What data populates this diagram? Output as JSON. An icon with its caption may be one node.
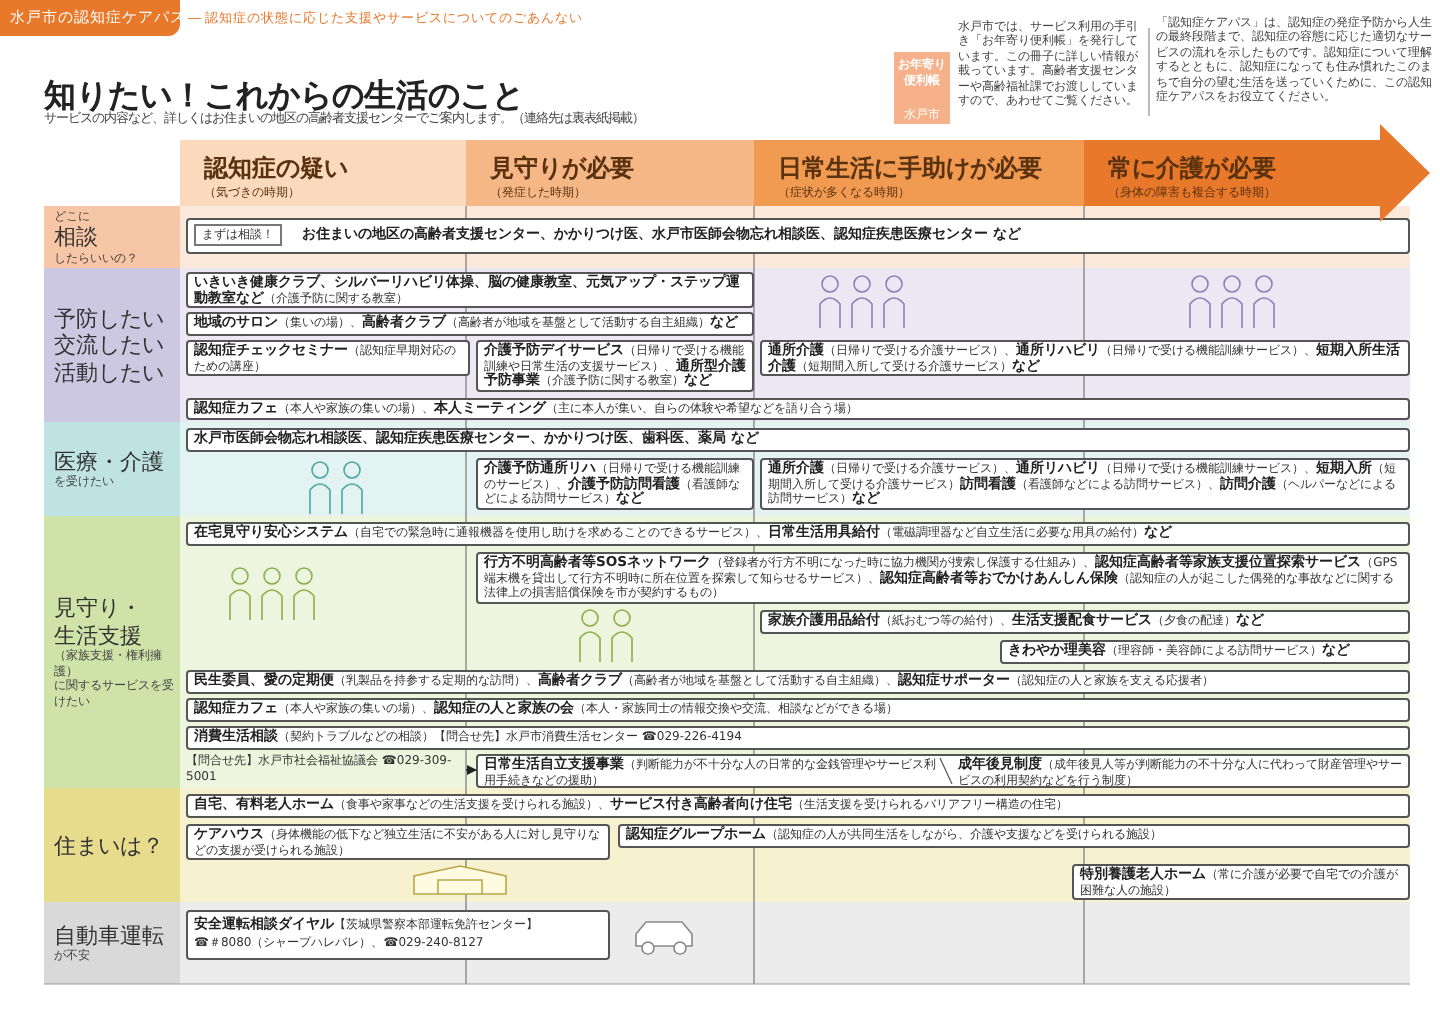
{
  "diagram": {
    "title": "知りたい！これからの生活のこと",
    "nodes": [
      {
        "text": [
          "認知症の疑い",
          "（気づきの時期）"
        ]
      },
      {
        "text": [
          "見守りが必要",
          "（発症した時期）"
        ]
      },
      {
        "text": [
          "日常生活に手助けが必要",
          "（症状が多くなる時期）"
        ]
      },
      {
        "text": [
          "常に介護が必要",
          "（身体の障害も複合する時期）"
        ]
      },
      {
        "text": [
          "どこに",
          "相談",
          "したらいいの？"
        ]
      },
      {
        "text": [
          "まずは相談！",
          "お住まいの地区の高齢者支援センター、かかりつけ医、水戸市医師会物忘れ相談医、認知症疾患医療センター など"
        ],
        "in": 4
      },
      {
        "text": [
          "予防したい",
          "交流したい",
          "活動したい"
        ]
      },
      {
        "text": [
          "**いきいき健康クラブ、シルバーリハビリ体操、脳の健康教室、元気アップ・ステップ運動教室など**（介護予防に関する教室）"
        ],
        "in": 6
      },
      {
        "text": [
          "**地域のサロン**（集いの場）、**高齢者クラブ**（高齢者が地域を基盤として活動する自主組織）**など**"
        ],
        "in": 6
      },
      {
        "text": [
          "**認知症チェックセミナー**（認知症早期対応のための講座）"
        ],
        "in": 6
      },
      {
        "text": [
          "**介護予防デイサービス**（日帰りで受ける機能訓練や日常生活の支援サービス）、**通所型介護予防事業**（介護予防に関する教室）**など**"
        ],
        "in": 6
      },
      {
        "text": [
          "**通所介護**（日帰りで受ける介護サービス）、**通所リハビリ**（日帰りで受ける機能訓練サービス）、**短期入所生活介護**（短期間入所して受ける介護サービス）**など**"
        ],
        "in": 6
      },
      {
        "text": [
          "**認知症カフェ**（本人や家族の集いの場）、**本人ミーティング**（主に本人が集い、自らの体験や希望などを語り合う場）"
        ],
        "in": 6
      },
      {
        "text": [
          "医療・介護",
          "を受けたい"
        ]
      },
      {
        "text": [
          "水戸市医師会物忘れ相談医、認知症疾患医療センター、かかりつけ医、歯科医、薬局 など"
        ],
        "in": 13
      },
      {
        "text": [
          "**介護予防通所リハ**（日帰りで受ける機能訓練のサービス）、**介護予防訪問看護**（看護師などによる訪問サービス）**など**"
        ],
        "in": 13
      },
      {
        "text": [
          "**通所介護**（日帰りで受ける介護サービス）、**通所リハビリ**（日帰りで受ける機能訓練サービス）、**短期入所**（短期間入所して受ける介護サービス）**訪問看護**（看護師などによる訪問サービス）、**訪問介護**（ヘルパーなどによる訪問サービス）**など**"
        ],
        "in": 13
      },
      {
        "text": [
          "見守り・生活支援",
          "（家族支援・権利擁護）",
          "に関するサービスを受けたい"
        ]
      },
      {
        "text": [
          "**在宅見守り安心システム**（自宅での緊急時に通報機器を使用し助けを求めることのできるサービス）、**日常生活用具給付**（電磁調理器など自立生活に必要な用具の給付）**など**"
        ],
        "in": 17
      },
      {
        "text": [
          "**行方不明高齢者等SOSネットワーク**（登録者が行方不明になった時に協力機関が捜索し保護する仕組み）、**認知症高齢者等家族支援位置探索サービス**（GPS端末機を貸出して行方不明時に所在位置を探索して知らせるサービス）、**認知症高齢者等おでかけあんしん保険**（認知症の人が起こした偶発的な事故などに関する法律上の損害賠償保険を市が契約するもの）"
        ],
        "in": 17
      },
      {
        "text": [
          "**家族介護用品給付**（紙おむつ等の給付）、**生活支援配食サービス**（夕食の配達）**など**"
        ],
        "in": 17
      },
      {
        "text": [
          "**きわやか理美容**（理容師・美容師による訪問サービス）**など**"
        ],
        "in": 17
      },
      {
        "text": [
          "**民生委員、愛の定期便**（乳製品を持参する定期的な訪問）、**高齢者クラブ**（高齢者が地域を基盤として活動する自主組織）、**認知症サポーター**（認知症の人と家族を支える応援者）"
        ],
        "in": 17
      },
      {
        "text": [
          "**認知症カフェ**（本人や家族の集いの場）、**認知症の人と家族の会**（本人・家族同士の情報交換や交流、相談などができる場）"
        ],
        "in": 17
      },
      {
        "text": [
          "**消費生活相談**（契約トラブルなどの相談）【問合せ先】水戸市消費生活センター ☎029-226-4194"
        ],
        "in": 17
      },
      {
        "text": [
          "【問合せ先】水戸市社会福祉協議会 ☎029-309-5001"
        ],
        "in": 17
      },
      {
        "text": [
          "**日常生活自立支援事業**（判断能力が不十分な人の日常的な金銭管理やサービス利用手続きなどの援助）",
          "**成年後見制度**（成年後見人等が判断能力の不十分な人に代わって財産管理やサービスの利用契約などを行う制度）"
        ],
        "in": 17
      },
      {
        "text": [
          "住まいは？"
        ]
      },
      {
        "text": [
          "**自宅、有料老人ホーム**（食事や家事などの生活支援を受けられる施設）、**サービス付き高齢者向け住宅**（生活支援を受けられるバリアフリー構造の住宅）"
        ],
        "in": 27
      },
      {
        "text": [
          "**ケアハウス**（身体機能の低下など独立生活に不安がある人に対し見守りなどの支援が受けられる施設）"
        ],
        "in": 27
      },
      {
        "text": [
          "**認知症グループホーム**（認知症の人が共同生活をしながら、介護や支援などを受けられる施設）"
        ],
        "in": 27
      },
      {
        "text": [
          "**特別養護老人ホーム**（常に介護が必要で自宅での介護が困難な人の施設）"
        ],
        "in": 27
      },
      {
        "text": [
          "自動車運転",
          "が不安"
        ]
      },
      {
        "text": [
          "**安全運転相談ダイヤル**【茨城県警察本部運転免許センター】",
          "☎＃8080（シャープハレバレ）、☎029-240-8127"
        ],
        "in": 32
      }
    ],
    "edges": [
      {
        "from": 25,
        "to": 26,
        "arrow": "to"
      }
    ],
    "labels": [
      "水戸市の認知症ケアパス",
      "― 認知症の状態に応じた支援やサービスについてのごあんない",
      "サービスの内容など、詳しくはお住まいの地区の高齢者支援センターでご案内します。（連絡先は裏表紙掲載）",
      "お年寄り便利帳",
      "水戸市",
      "水戸市では、サービス利用の手引き「お年寄り便利帳」を発行しています。この冊子に詳しい情報が載っています。高齢者支援センターや高齢福祉課でお渡ししていますので、あわせてご覧ください。",
      "「認知症ケアパス」は、認知症の発症予防から人生の最終段階まで、認知症の容態に応じた適切なサービスの流れを示したものです。認知症について理解するとともに、認知症になっても住み慣れたこのまちで自分の望む生活を送っていくために、この認知症ケアパスをお役立てください。"
    ]
  }
}
